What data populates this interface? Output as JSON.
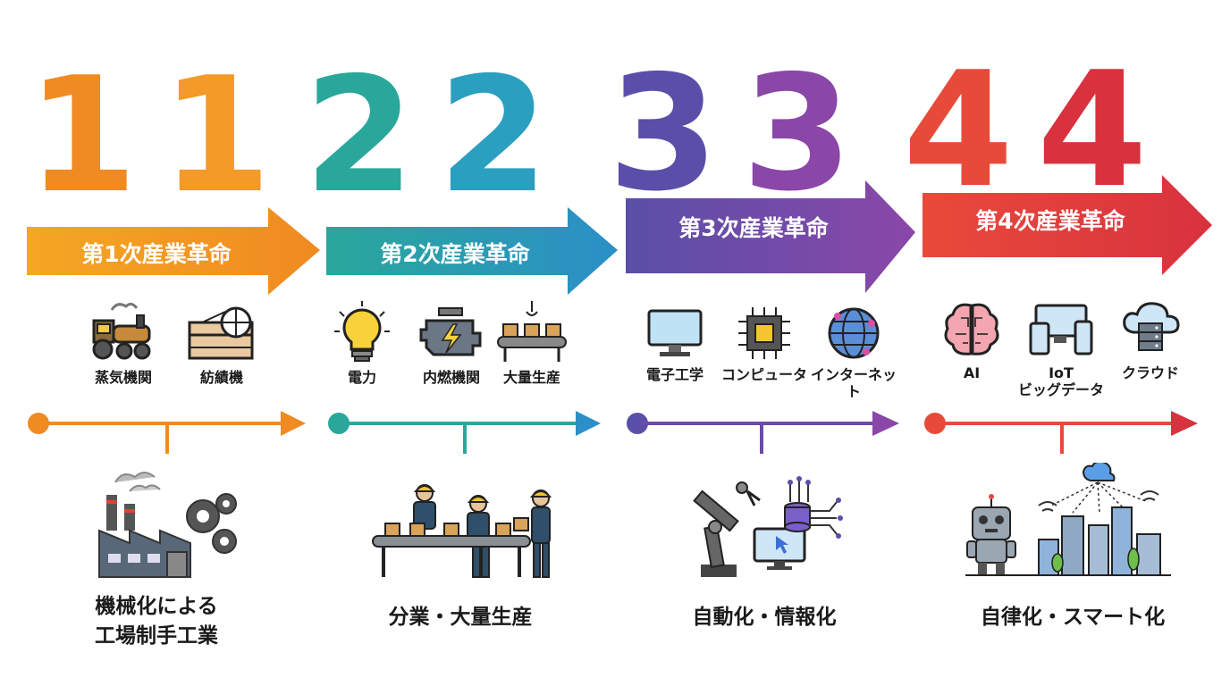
{
  "eras": [
    {
      "numbers": [
        "1",
        "1"
      ],
      "label": "第1次産業革命",
      "color": "#f08a22",
      "color2": "#f5a623",
      "icons": [
        {
          "name": "steam-locomotive-icon",
          "label": "蒸気機関"
        },
        {
          "name": "spinning-machine-icon",
          "label": "紡績機"
        }
      ],
      "result": "機械化による\n工場制手工業"
    },
    {
      "numbers": [
        "2",
        "2"
      ],
      "label": "第2次産業革命",
      "color": "#2aa79b",
      "color2": "#2b8fc8",
      "icons": [
        {
          "name": "light-bulb-icon",
          "label": "電力"
        },
        {
          "name": "engine-icon",
          "label": "内燃機関"
        },
        {
          "name": "conveyor-icon",
          "label": "大量生産"
        }
      ],
      "result": "分業・大量生産"
    },
    {
      "numbers": [
        "3",
        "3"
      ],
      "label": "第3次産業革命",
      "color": "#5a4fa8",
      "color2": "#8a47a8",
      "icons": [
        {
          "name": "monitor-icon",
          "label": "電子工学"
        },
        {
          "name": "cpu-chip-icon",
          "label": "コンピュータ"
        },
        {
          "name": "globe-network-icon",
          "label": "インターネット"
        }
      ],
      "result": "自動化・情報化"
    },
    {
      "numbers": [
        "4",
        "4"
      ],
      "label": "第4次産業革命",
      "color": "#e84a3a",
      "color2": "#d8323f",
      "icons": [
        {
          "name": "brain-ai-icon",
          "label": "AI"
        },
        {
          "name": "devices-iot-icon",
          "label": "IoT\nビッグデータ"
        },
        {
          "name": "cloud-server-icon",
          "label": "クラウド"
        }
      ],
      "result": "自律化・スマート化"
    }
  ]
}
